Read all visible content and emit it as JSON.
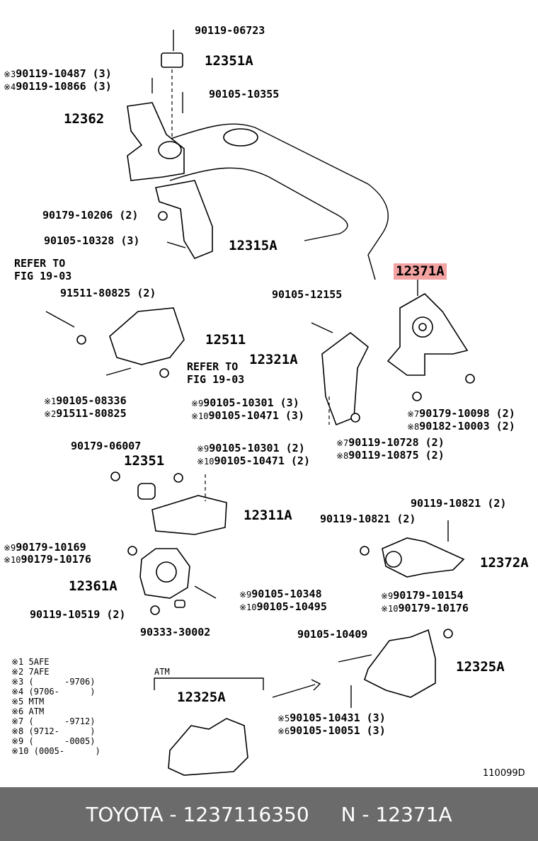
{
  "labels": {
    "b90119_06723": "90119-06723",
    "p12351A": "12351A",
    "b90119_10487": "90119-10487 (3)",
    "b90119_10866": "90119-10866 (3)",
    "b90105_10355": "90105-10355",
    "p12362": "12362",
    "n90179_10206": "90179-10206 (2)",
    "b90105_10328": "90105-10328 (3)",
    "p12315A": "12315A",
    "refer1_a": "REFER TO",
    "refer1_b": "FIG 19-03",
    "b91511_80825_2": "91511-80825 (2)",
    "p12511": "12511",
    "refer2_a": "REFER TO",
    "refer2_b": "FIG 19-03",
    "b90105_08336": "90105-08336",
    "b91511_80825": "91511-80825",
    "p12371A": "12371A",
    "b90105_12155": "90105-12155",
    "p12321A": "12321A",
    "b90105_10301a": "90105-10301 (3)",
    "b90105_10471a": "90105-10471 (3)",
    "n90179_10098": "90179-10098 (2)",
    "n90182_10003": "90182-10003 (2)",
    "b90119_10728": "90119-10728 (2)",
    "b90119_10875": "90119-10875 (2)",
    "n90179_06007": "90179-06007",
    "p12351": "12351",
    "b90105_10301b": "90105-10301 (2)",
    "b90105_10471b": "90105-10471 (2)",
    "p12311A": "12311A",
    "b90119_10821a": "90119-10821 (2)",
    "b90119_10821b": "90119-10821 (2)",
    "p12372A": "12372A",
    "n90179_10169": "90179-10169",
    "n90179_10176a": "90179-10176",
    "p12361A": "12361A",
    "b90105_10348": "90105-10348",
    "b90105_10495": "90105-10495",
    "n90179_10154": "90179-10154",
    "n90179_10176b": "90179-10176",
    "b90119_10519": "90119-10519 (2)",
    "p90333_30002": "90333-30002",
    "b90105_10409": "90105-10409",
    "p12325A_right": "12325A",
    "atm_label": "ATM",
    "p12325A_left": "12325A",
    "b90105_10431": "90105-10431 (3)",
    "b90105_10051": "90105-10051 (3)",
    "fig_code": "110099D"
  },
  "marks": {
    "m1": "※1",
    "m2": "※2",
    "m3": "※3",
    "m4": "※4",
    "m5": "※5",
    "m6": "※6",
    "m7": "※7",
    "m8": "※8",
    "m9": "※9",
    "m10": "※10"
  },
  "legend": [
    {
      "mark": "※1",
      "text": "5AFE"
    },
    {
      "mark": "※2",
      "text": "7AFE"
    },
    {
      "mark": "※3",
      "text": "(      -9706)"
    },
    {
      "mark": "※4",
      "text": "(9706-      )"
    },
    {
      "mark": "※5",
      "text": "MTM"
    },
    {
      "mark": "※6",
      "text": "ATM"
    },
    {
      "mark": "※7",
      "text": "(      -9712)"
    },
    {
      "mark": "※8",
      "text": "(9712-      )"
    },
    {
      "mark": "※9",
      "text": "(      -0005)"
    },
    {
      "mark": "※10",
      "text": "(0005-      )"
    }
  ],
  "footer": {
    "brand": "TOYOTA",
    "sep1": " - ",
    "number": "1237116350",
    "sep2": " N - ",
    "part": "12371A"
  },
  "highlight_color": "#f4a3a3"
}
